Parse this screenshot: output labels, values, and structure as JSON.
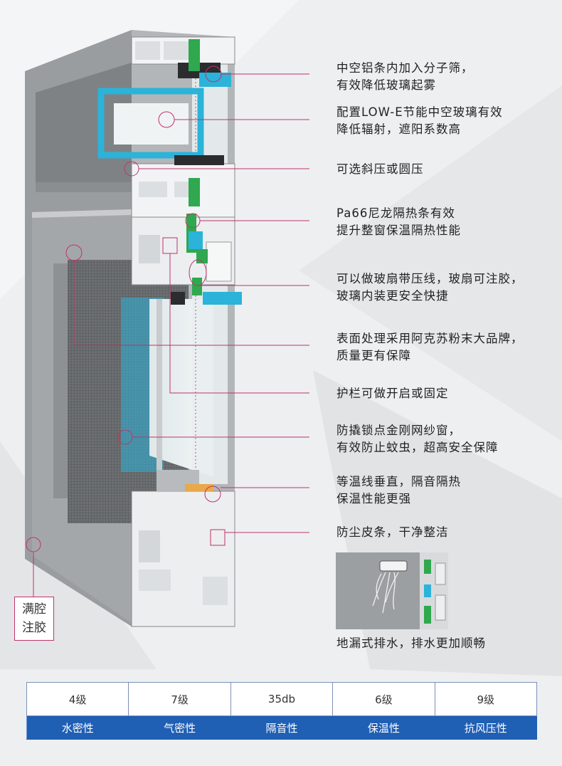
{
  "callouts": [
    {
      "lines": [
        "中空铝条内加入分子筛，",
        "有效降低玻璃起雾"
      ]
    },
    {
      "lines": [
        "配置LOW-E节能中空玻璃有效",
        "降低辐射，遮阳系数高"
      ]
    },
    {
      "lines": [
        "可选斜压或圆压"
      ]
    },
    {
      "lines": [
        "Pa66尼龙隔热条有效",
        "提升整窗保温隔热性能"
      ]
    },
    {
      "lines": [
        "可以做玻扇带压线，玻扇可注胶，",
        "玻璃内装更安全快捷"
      ]
    },
    {
      "lines": [
        "表面处理采用阿克苏粉末大品牌，",
        "质量更有保障"
      ]
    },
    {
      "lines": [
        "护栏可做开启或固定"
      ]
    },
    {
      "lines": [
        "防撬锁点金刚网纱窗，",
        "有效防止蚊虫，超高安全保障"
      ]
    },
    {
      "lines": [
        "等温线垂直，隔音隔热",
        "保温性能更强"
      ]
    },
    {
      "lines": [
        "防尘皮条，干净整洁"
      ]
    }
  ],
  "side_label": {
    "line1": "满腔",
    "line2": "注胶"
  },
  "drain": {
    "caption": "地漏式排水，排水更加顺畅"
  },
  "specs": {
    "values": [
      "4级",
      "7级",
      "35db",
      "6级",
      "9级"
    ],
    "names": [
      "水密性",
      "气密性",
      "隔音性",
      "保温性",
      "抗风压性"
    ]
  },
  "colors": {
    "accent": "#c0336a",
    "table_blue": "#1f5fb4",
    "frame_gray": "#9ea1a4",
    "strip_green": "#2fa84f",
    "glass_cyan": "#2bb3d9"
  }
}
